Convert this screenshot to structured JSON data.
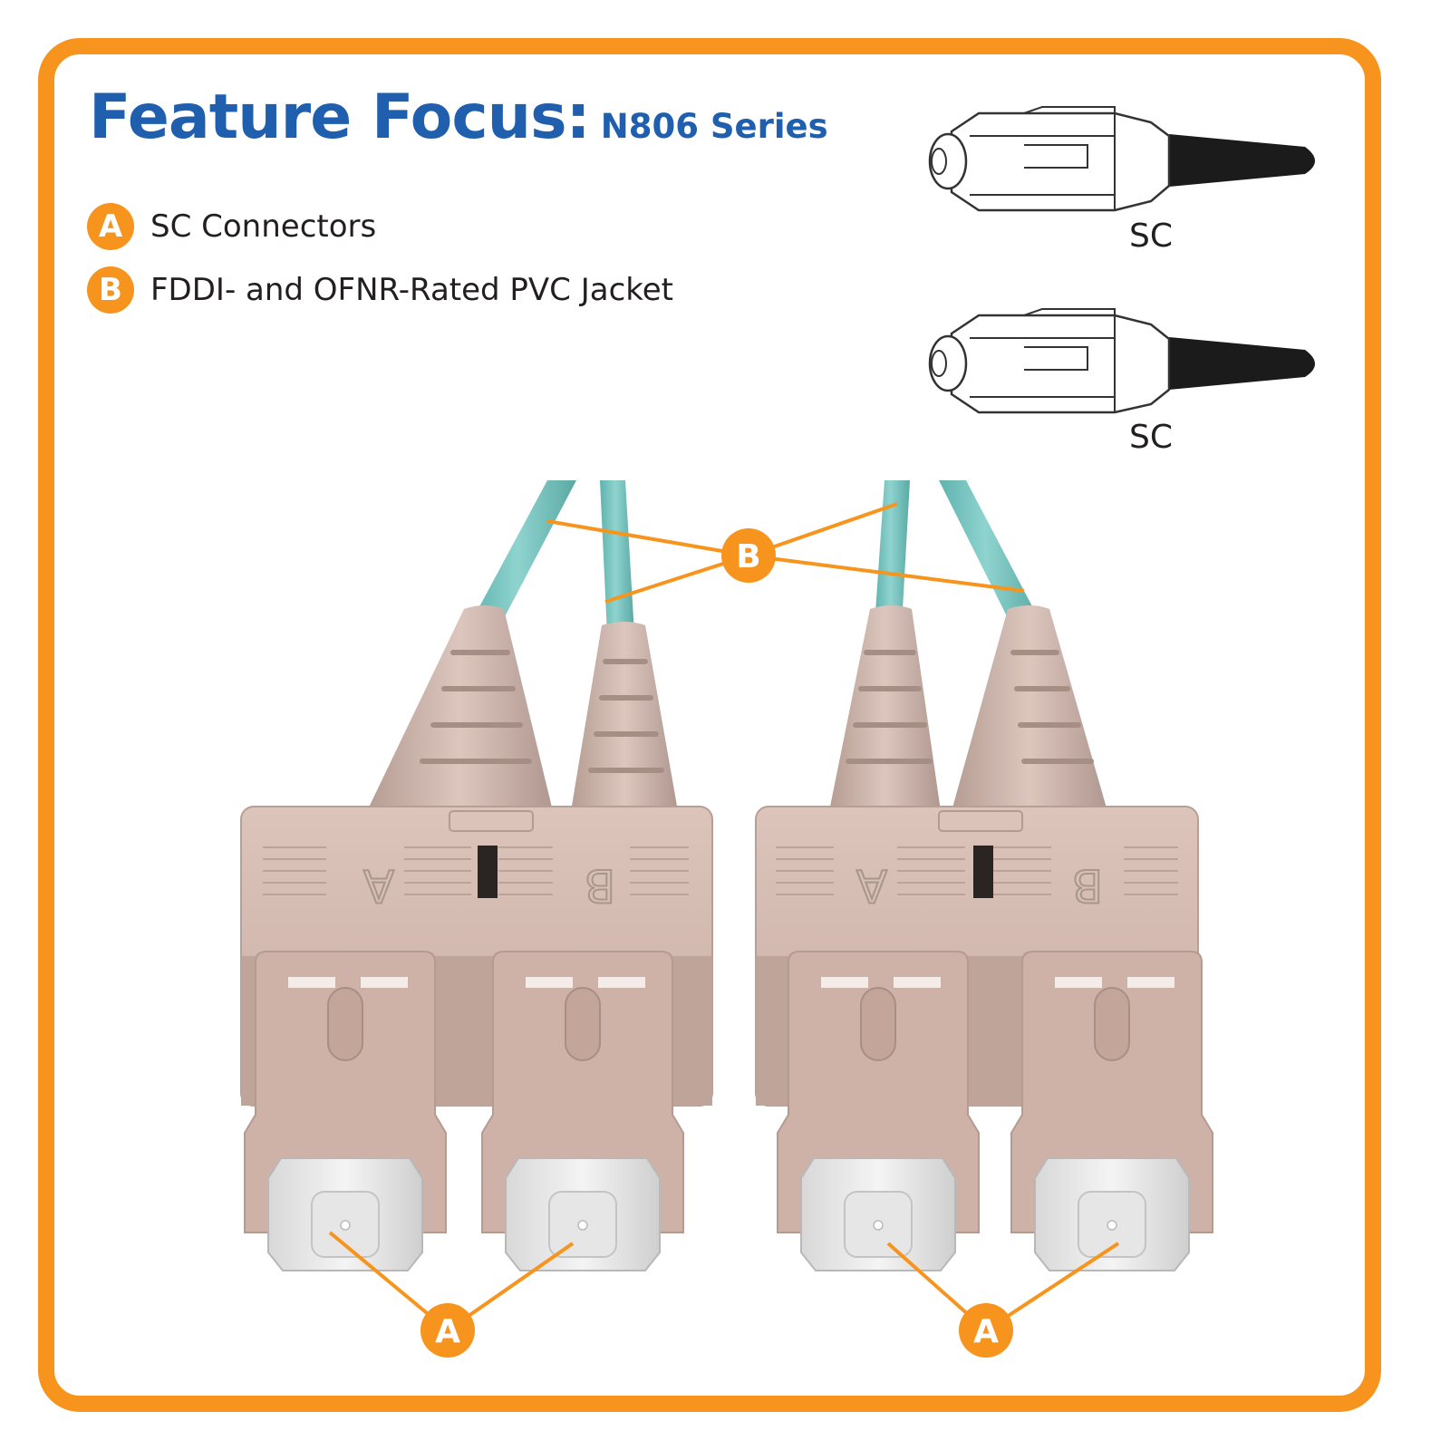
{
  "header": {
    "title": "Feature Focus:",
    "subtitle": "N806 Series"
  },
  "legend": [
    {
      "badge": "A",
      "text": "SC Connectors"
    },
    {
      "badge": "B",
      "text": "FDDI- and OFNR-Rated PVC Jacket"
    }
  ],
  "line_drawings": [
    {
      "label": "SC"
    },
    {
      "label": "SC"
    }
  ],
  "plug_markings": [
    "A",
    "B",
    "A",
    "B"
  ],
  "callouts": {
    "b_label": "B",
    "a_left_label": "A",
    "a_right_label": "A"
  },
  "colors": {
    "frame": "#f7941d",
    "title": "#1f5fad",
    "callout": "#f7941d",
    "cable": "#7fc8c4",
    "connector": "#d2b8ae",
    "ferrule": "#efefef"
  }
}
